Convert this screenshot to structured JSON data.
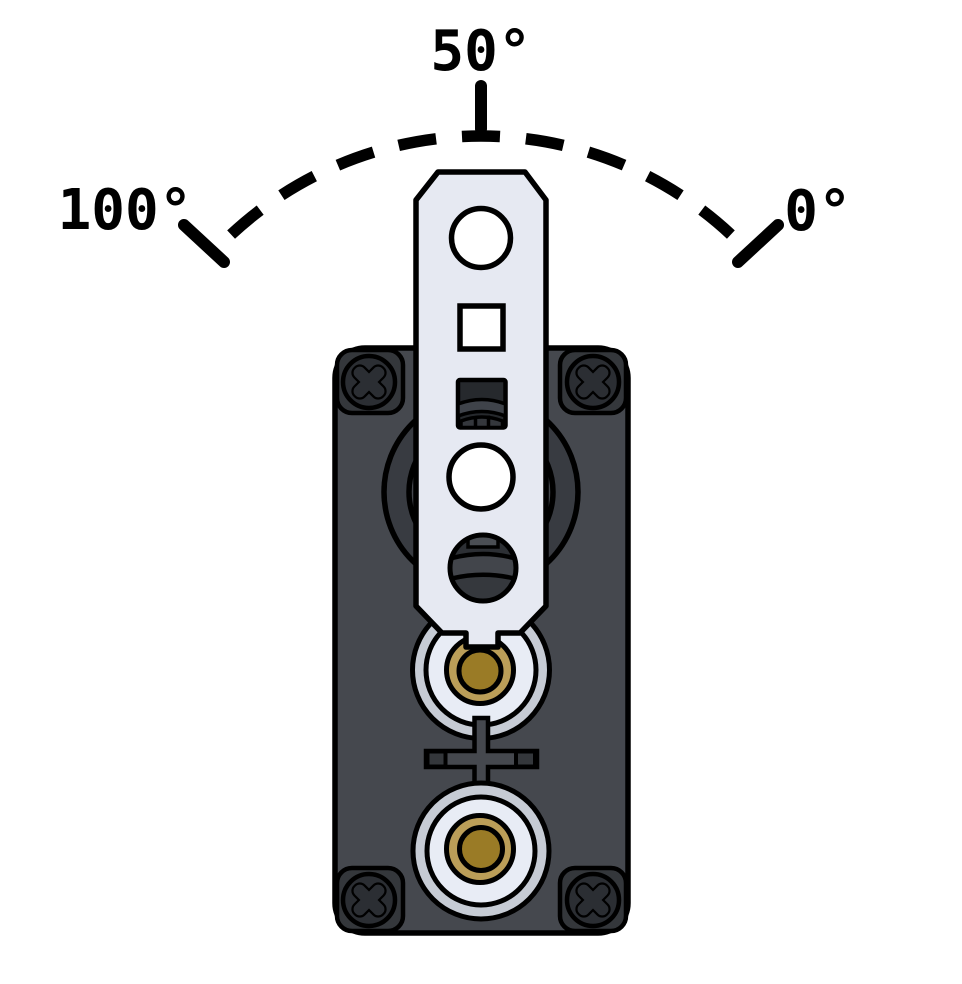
{
  "diagram": {
    "angle_labels": {
      "left": "100°",
      "top": "50°",
      "right": "0°"
    },
    "colors": {
      "background": "#ffffff",
      "outline": "#000000",
      "body": "#45484e",
      "corner_tab": "#34373b",
      "screw": "#2b2e33",
      "horn_ring": "#383b41",
      "arm": "#e6e9f2",
      "hub_ring": "#c6cbd4",
      "hub_face": "#e8ecf5",
      "brass_outer": "#bb9e58",
      "brass_inner": "#9a7b26",
      "hole": "#ffffff",
      "spline_dark": "#26292d",
      "spline_band": "#3f434a",
      "spline_slats": "#34373c",
      "ball": "#35383d",
      "ball_stripe": "#42454b",
      "ball_cap": "#2c2f34",
      "ball_notch": "#4a4e54"
    }
  }
}
